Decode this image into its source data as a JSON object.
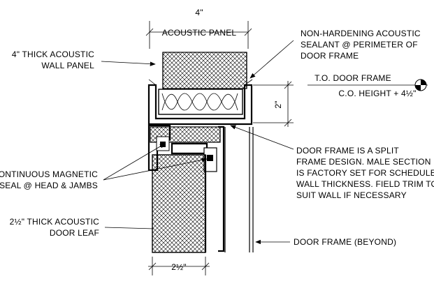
{
  "top_dimension": {
    "value": "4\"",
    "label": "ACOUSTIC PANEL"
  },
  "notes": {
    "panel": [
      "4\" THICK ACOUSTIC",
      "WALL PANEL"
    ],
    "sealant": [
      "NON-HARDENING ACOUSTIC",
      "SEALANT @ PERIMETER OF",
      "DOOR FRAME"
    ],
    "frame_top": "T.O. DOOR FRAME",
    "co_height": "C.O. HEIGHT + 4½\"",
    "split_frame": [
      "DOOR FRAME IS A SPLIT",
      "FRAME DESIGN.  MALE SECTION",
      "IS FACTORY SET FOR SCHEDULED",
      "WALL THICKNESS. FIELD TRIM TO",
      "SUIT WALL IF NECESSARY"
    ],
    "magnetic_seal": [
      "CONTINUOUS MAGNETIC",
      "SEAL @ HEAD & JAMBS"
    ],
    "door_leaf": [
      "2½\" THICK ACOUSTIC",
      "DOOR LEAF"
    ],
    "frame_beyond": "DOOR FRAME (BEYOND)"
  },
  "side_dimension": "2\"",
  "bottom_dimension": "2½\""
}
